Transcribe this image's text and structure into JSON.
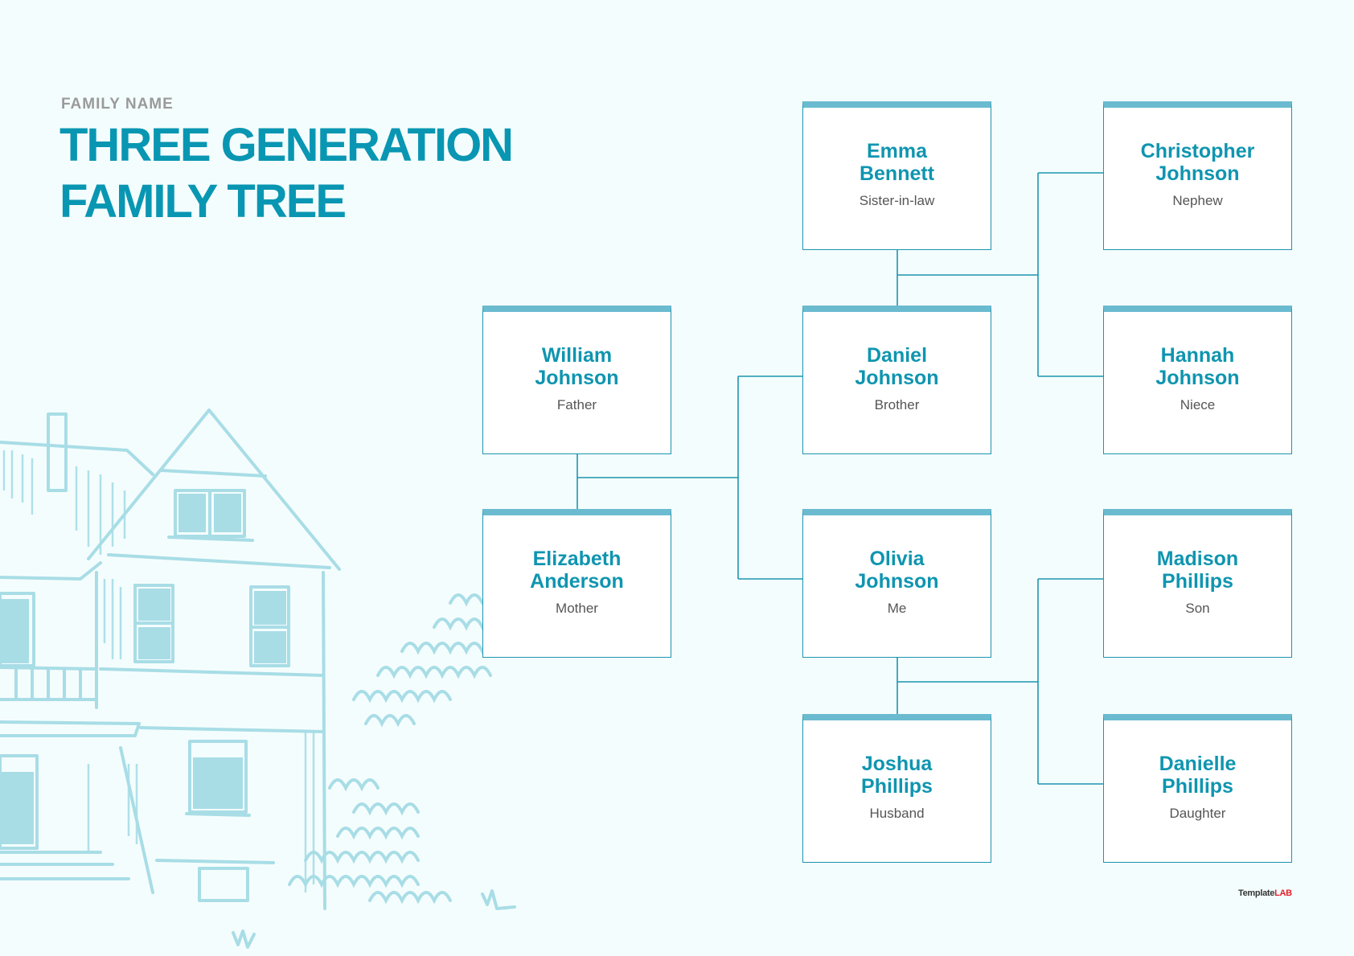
{
  "header": {
    "family_label": "FAMILY NAME",
    "title_line1": "THREE GENERATION",
    "title_line2": "FAMILY TREE"
  },
  "colors": {
    "background": "#f4fdfd",
    "accent": "#0996b2",
    "card_bar": "#6bbbd0",
    "connector": "#1b95ae",
    "illustration": "#a8dde6"
  },
  "members": [
    {
      "id": "emma",
      "first": "Emma",
      "last": "Bennett",
      "role": "Sister-in-law"
    },
    {
      "id": "christopher",
      "first": "Christopher",
      "last": "Johnson",
      "role": "Nephew"
    },
    {
      "id": "william",
      "first": "William",
      "last": "Johnson",
      "role": "Father"
    },
    {
      "id": "daniel",
      "first": "Daniel",
      "last": "Johnson",
      "role": "Brother"
    },
    {
      "id": "hannah",
      "first": "Hannah",
      "last": "Johnson",
      "role": "Niece"
    },
    {
      "id": "elizabeth",
      "first": "Elizabeth",
      "last": "Anderson",
      "role": "Mother"
    },
    {
      "id": "olivia",
      "first": "Olivia",
      "last": "Johnson",
      "role": "Me"
    },
    {
      "id": "madison",
      "first": "Madison",
      "last": "Phillips",
      "role": "Son"
    },
    {
      "id": "joshua",
      "first": "Joshua",
      "last": "Phillips",
      "role": "Husband"
    },
    {
      "id": "danielle",
      "first": "Danielle",
      "last": "Phillips",
      "role": "Daughter"
    }
  ],
  "relationships": [
    {
      "couple": [
        "william",
        "elizabeth"
      ],
      "children": [
        "daniel",
        "olivia"
      ]
    },
    {
      "couple": [
        "emma",
        "daniel"
      ],
      "children": [
        "christopher",
        "hannah"
      ]
    },
    {
      "couple": [
        "olivia",
        "joshua"
      ],
      "children": [
        "madison",
        "danielle"
      ]
    }
  ],
  "footer": {
    "logo_part1": "Template",
    "logo_part2": "LAB"
  }
}
